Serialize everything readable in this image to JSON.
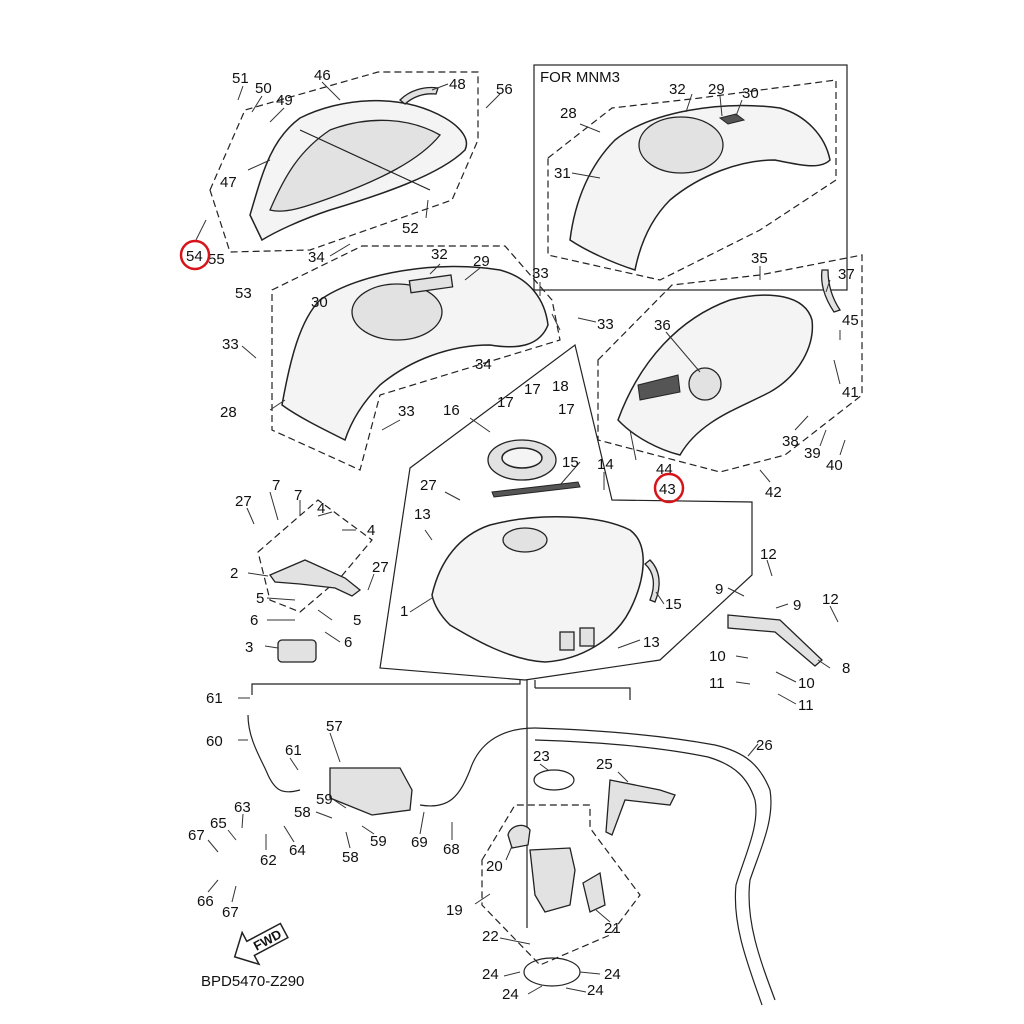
{
  "variant_box_title": "FOR MNM3",
  "diagram_code": "BPD5470-Z290",
  "fwd_label": "FWD",
  "highlight_color": "#d8141b",
  "callouts": [
    {
      "id": "c51",
      "label": "51"
    },
    {
      "id": "c50",
      "label": "50"
    },
    {
      "id": "c49",
      "label": "49"
    },
    {
      "id": "c46",
      "label": "46"
    },
    {
      "id": "c48",
      "label": "48"
    },
    {
      "id": "c56",
      "label": "56"
    },
    {
      "id": "c47",
      "label": "47"
    },
    {
      "id": "c54",
      "label": "54",
      "highlighted": true
    },
    {
      "id": "c55",
      "label": "55"
    },
    {
      "id": "c53",
      "label": "53"
    },
    {
      "id": "c52",
      "label": "52"
    },
    {
      "id": "c34a",
      "label": "34"
    },
    {
      "id": "c32a",
      "label": "32"
    },
    {
      "id": "c29a",
      "label": "29"
    },
    {
      "id": "c33a",
      "label": "33"
    },
    {
      "id": "c30a",
      "label": "30"
    },
    {
      "id": "c33b",
      "label": "33"
    },
    {
      "id": "c33c",
      "label": "33"
    },
    {
      "id": "c34b",
      "label": "34"
    },
    {
      "id": "c28a",
      "label": "28"
    },
    {
      "id": "c33d",
      "label": "33"
    },
    {
      "id": "c28b",
      "label": "28"
    },
    {
      "id": "c32b",
      "label": "32"
    },
    {
      "id": "c29b",
      "label": "29"
    },
    {
      "id": "c30b",
      "label": "30"
    },
    {
      "id": "c31",
      "label": "31"
    },
    {
      "id": "c35",
      "label": "35"
    },
    {
      "id": "c37",
      "label": "37"
    },
    {
      "id": "c36",
      "label": "36"
    },
    {
      "id": "c45",
      "label": "45"
    },
    {
      "id": "c41",
      "label": "41"
    },
    {
      "id": "c38",
      "label": "38"
    },
    {
      "id": "c39",
      "label": "39"
    },
    {
      "id": "c40",
      "label": "40"
    },
    {
      "id": "c44",
      "label": "44"
    },
    {
      "id": "c43",
      "label": "43",
      "highlighted": true
    },
    {
      "id": "c42",
      "label": "42"
    },
    {
      "id": "c16",
      "label": "16"
    },
    {
      "id": "c17a",
      "label": "17"
    },
    {
      "id": "c17b",
      "label": "17"
    },
    {
      "id": "c18",
      "label": "18"
    },
    {
      "id": "c17c",
      "label": "17"
    },
    {
      "id": "c15a",
      "label": "15"
    },
    {
      "id": "c14",
      "label": "14"
    },
    {
      "id": "c27a",
      "label": "27"
    },
    {
      "id": "c7a",
      "label": "7"
    },
    {
      "id": "c7b",
      "label": "7"
    },
    {
      "id": "c4a",
      "label": "4"
    },
    {
      "id": "c4b",
      "label": "4"
    },
    {
      "id": "c27b",
      "label": "27"
    },
    {
      "id": "c13a",
      "label": "13"
    },
    {
      "id": "c2",
      "label": "2"
    },
    {
      "id": "c27c",
      "label": "27"
    },
    {
      "id": "c5a",
      "label": "5"
    },
    {
      "id": "c6a",
      "label": "6"
    },
    {
      "id": "c5b",
      "label": "5"
    },
    {
      "id": "c3",
      "label": "3"
    },
    {
      "id": "c6b",
      "label": "6"
    },
    {
      "id": "c1",
      "label": "1"
    },
    {
      "id": "c15b",
      "label": "15"
    },
    {
      "id": "c13b",
      "label": "13"
    },
    {
      "id": "c12a",
      "label": "12"
    },
    {
      "id": "c9a",
      "label": "9"
    },
    {
      "id": "c9b",
      "label": "9"
    },
    {
      "id": "c12b",
      "label": "12"
    },
    {
      "id": "c10a",
      "label": "10"
    },
    {
      "id": "c8",
      "label": "8"
    },
    {
      "id": "c11a",
      "label": "11"
    },
    {
      "id": "c10b",
      "label": "10"
    },
    {
      "id": "c11b",
      "label": "11"
    },
    {
      "id": "c61a",
      "label": "61"
    },
    {
      "id": "c57",
      "label": "57"
    },
    {
      "id": "c60",
      "label": "60"
    },
    {
      "id": "c61b",
      "label": "61"
    },
    {
      "id": "c23",
      "label": "23"
    },
    {
      "id": "c26",
      "label": "26"
    },
    {
      "id": "c25",
      "label": "25"
    },
    {
      "id": "c63",
      "label": "63"
    },
    {
      "id": "c59a",
      "label": "59"
    },
    {
      "id": "c65",
      "label": "65"
    },
    {
      "id": "c58a",
      "label": "58"
    },
    {
      "id": "c67a",
      "label": "67"
    },
    {
      "id": "c62",
      "label": "62"
    },
    {
      "id": "c64",
      "label": "64"
    },
    {
      "id": "c58b",
      "label": "58"
    },
    {
      "id": "c59b",
      "label": "59"
    },
    {
      "id": "c69",
      "label": "69"
    },
    {
      "id": "c68",
      "label": "68"
    },
    {
      "id": "c20",
      "label": "20"
    },
    {
      "id": "c66",
      "label": "66"
    },
    {
      "id": "c67b",
      "label": "67"
    },
    {
      "id": "c19",
      "label": "19"
    },
    {
      "id": "c21",
      "label": "21"
    },
    {
      "id": "c22",
      "label": "22"
    },
    {
      "id": "c24a",
      "label": "24"
    },
    {
      "id": "c24b",
      "label": "24"
    },
    {
      "id": "c24c",
      "label": "24"
    },
    {
      "id": "c24d",
      "label": "24"
    }
  ]
}
